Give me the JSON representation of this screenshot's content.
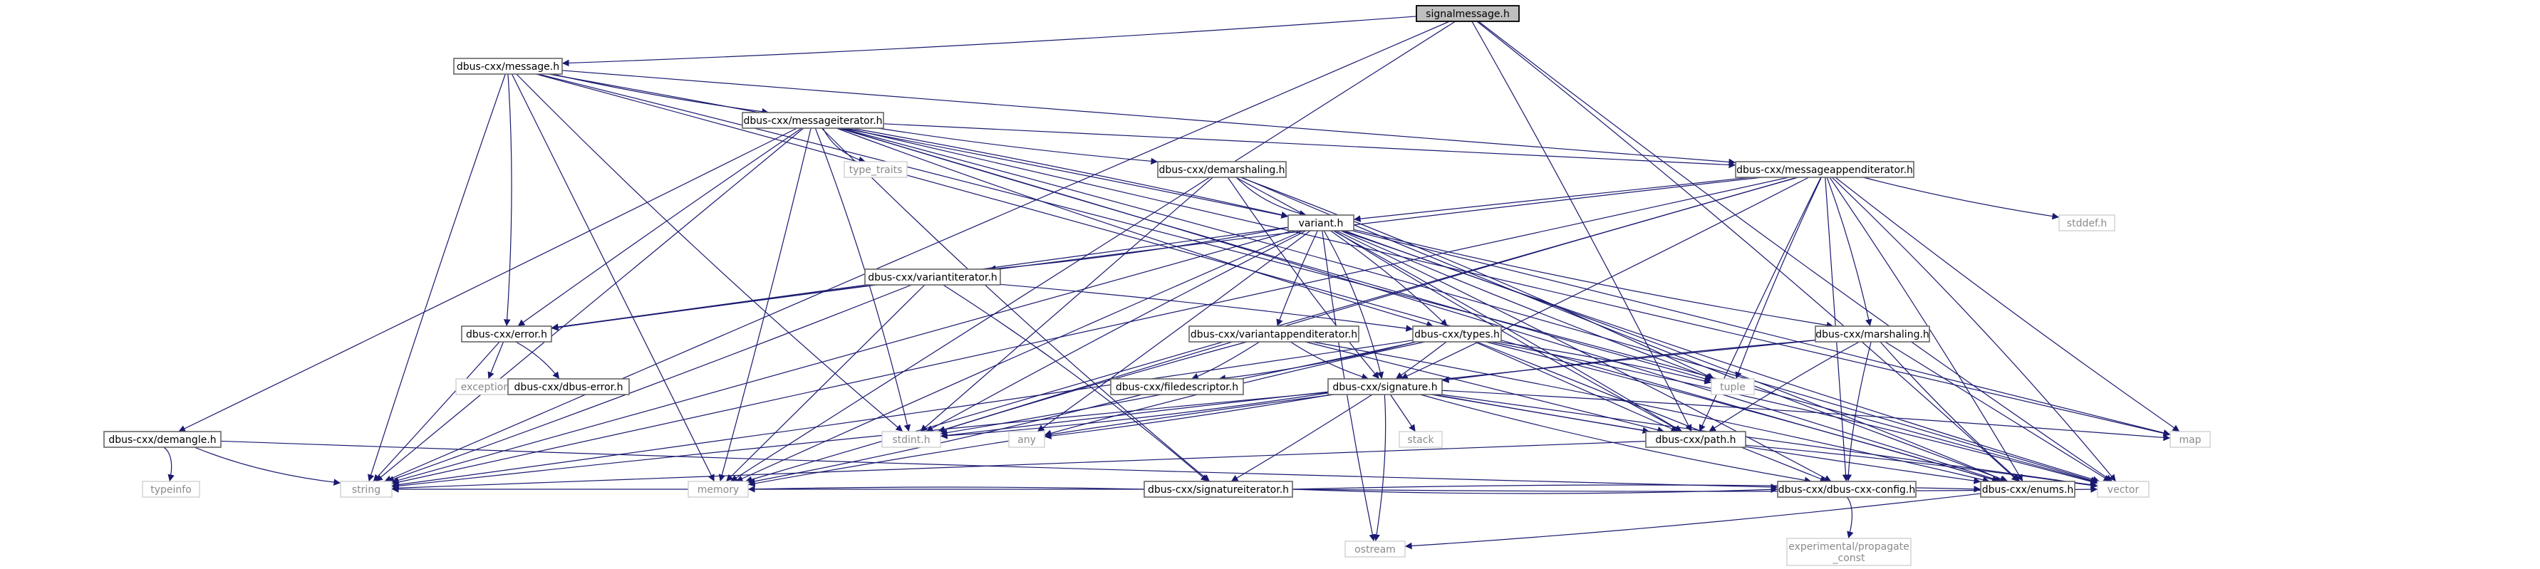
{
  "graph": {
    "title": "signalmessage.h",
    "nodes": [
      {
        "id": "signalmessage",
        "label": "signalmessage.h",
        "kind": "root"
      },
      {
        "id": "message",
        "label": "dbus-cxx/message.h",
        "kind": "doc"
      },
      {
        "id": "messageiterator",
        "label": "dbus-cxx/messageiterator.h",
        "kind": "doc"
      },
      {
        "id": "type_traits",
        "label": "type_traits",
        "kind": "sys"
      },
      {
        "id": "demarshaling",
        "label": "dbus-cxx/demarshaling.h",
        "kind": "doc"
      },
      {
        "id": "messageappenditerator",
        "label": "dbus-cxx/messageappenditerator.h",
        "kind": "doc"
      },
      {
        "id": "stddef",
        "label": "stddef.h",
        "kind": "sys"
      },
      {
        "id": "variant",
        "label": "variant.h",
        "kind": "doc"
      },
      {
        "id": "variantiterator",
        "label": "dbus-cxx/variantiterator.h",
        "kind": "doc"
      },
      {
        "id": "error",
        "label": "dbus-cxx/error.h",
        "kind": "doc"
      },
      {
        "id": "exception",
        "label": "exception",
        "kind": "sys"
      },
      {
        "id": "dbus_error",
        "label": "dbus-cxx/dbus-error.h",
        "kind": "doc"
      },
      {
        "id": "variantappenditerator",
        "label": "dbus-cxx/variantappenditerator.h",
        "kind": "doc"
      },
      {
        "id": "types",
        "label": "dbus-cxx/types.h",
        "kind": "doc"
      },
      {
        "id": "filedescriptor",
        "label": "dbus-cxx/filedescriptor.h",
        "kind": "doc"
      },
      {
        "id": "signature",
        "label": "dbus-cxx/signature.h",
        "kind": "doc"
      },
      {
        "id": "marshaling",
        "label": "dbus-cxx/marshaling.h",
        "kind": "doc"
      },
      {
        "id": "tuple",
        "label": "tuple",
        "kind": "sys"
      },
      {
        "id": "demangle",
        "label": "dbus-cxx/demangle.h",
        "kind": "doc"
      },
      {
        "id": "typeinfo",
        "label": "typeinfo",
        "kind": "sys"
      },
      {
        "id": "string",
        "label": "string",
        "kind": "sys"
      },
      {
        "id": "memory",
        "label": "memory",
        "kind": "sys"
      },
      {
        "id": "stdint",
        "label": "stdint.h",
        "kind": "sys"
      },
      {
        "id": "any",
        "label": "any",
        "kind": "sys"
      },
      {
        "id": "stack",
        "label": "stack",
        "kind": "sys"
      },
      {
        "id": "signatureiterator",
        "label": "dbus-cxx/signatureiterator.h",
        "kind": "doc"
      },
      {
        "id": "path",
        "label": "dbus-cxx/path.h",
        "kind": "doc"
      },
      {
        "id": "map",
        "label": "map",
        "kind": "sys"
      },
      {
        "id": "config",
        "label": "dbus-cxx/dbus-cxx-config.h",
        "kind": "doc"
      },
      {
        "id": "enums",
        "label": "dbus-cxx/enums.h",
        "kind": "doc"
      },
      {
        "id": "vector",
        "label": "vector",
        "kind": "sys"
      },
      {
        "id": "ostream",
        "label": "ostream",
        "kind": "sys"
      },
      {
        "id": "propagate_const",
        "label": "experimental/propagate\n_const",
        "kind": "sys"
      }
    ],
    "edges": [
      [
        "signalmessage",
        "message"
      ],
      [
        "signalmessage",
        "string"
      ],
      [
        "signalmessage",
        "memory"
      ],
      [
        "signalmessage",
        "path"
      ],
      [
        "signalmessage",
        "enums"
      ],
      [
        "signalmessage",
        "vector"
      ],
      [
        "message",
        "messageiterator"
      ],
      [
        "message",
        "messageappenditerator"
      ],
      [
        "message",
        "variant"
      ],
      [
        "message",
        "error"
      ],
      [
        "message",
        "stdint"
      ],
      [
        "message",
        "string"
      ],
      [
        "message",
        "memory"
      ],
      [
        "message",
        "enums"
      ],
      [
        "message",
        "vector"
      ],
      [
        "messageiterator",
        "type_traits"
      ],
      [
        "messageiterator",
        "demarshaling"
      ],
      [
        "messageiterator",
        "messageappenditerator"
      ],
      [
        "messageiterator",
        "variant"
      ],
      [
        "messageiterator",
        "error"
      ],
      [
        "messageiterator",
        "types"
      ],
      [
        "messageiterator",
        "demangle"
      ],
      [
        "messageiterator",
        "string"
      ],
      [
        "messageiterator",
        "memory"
      ],
      [
        "messageiterator",
        "stdint"
      ],
      [
        "messageiterator",
        "signatureiterator"
      ],
      [
        "messageiterator",
        "tuple"
      ],
      [
        "messageiterator",
        "map"
      ],
      [
        "messageiterator",
        "enums"
      ],
      [
        "messageiterator",
        "vector"
      ],
      [
        "demarshaling",
        "variant"
      ],
      [
        "demarshaling",
        "signature"
      ],
      [
        "demarshaling",
        "stdint"
      ],
      [
        "demarshaling",
        "path"
      ],
      [
        "demarshaling",
        "tuple"
      ],
      [
        "demarshaling",
        "enums"
      ],
      [
        "messageappenditerator",
        "stddef"
      ],
      [
        "messageappenditerator",
        "variant"
      ],
      [
        "messageappenditerator",
        "marshaling"
      ],
      [
        "messageappenditerator",
        "error"
      ],
      [
        "messageappenditerator",
        "signature"
      ],
      [
        "messageappenditerator",
        "path"
      ],
      [
        "messageappenditerator",
        "string"
      ],
      [
        "messageappenditerator",
        "memory"
      ],
      [
        "messageappenditerator",
        "stdint"
      ],
      [
        "messageappenditerator",
        "tuple"
      ],
      [
        "messageappenditerator",
        "map"
      ],
      [
        "messageappenditerator",
        "config"
      ],
      [
        "messageappenditerator",
        "enums"
      ],
      [
        "messageappenditerator",
        "vector"
      ],
      [
        "variant",
        "variantiterator"
      ],
      [
        "variant",
        "variantappenditerator"
      ],
      [
        "variant",
        "error"
      ],
      [
        "variant",
        "types"
      ],
      [
        "variant",
        "signature"
      ],
      [
        "variant",
        "marshaling"
      ],
      [
        "variant",
        "path"
      ],
      [
        "variant",
        "string"
      ],
      [
        "variant",
        "memory"
      ],
      [
        "variant",
        "stdint"
      ],
      [
        "variant",
        "any"
      ],
      [
        "variant",
        "tuple"
      ],
      [
        "variant",
        "map"
      ],
      [
        "variant",
        "config"
      ],
      [
        "variant",
        "enums"
      ],
      [
        "variant",
        "vector"
      ],
      [
        "variant",
        "ostream"
      ],
      [
        "variantiterator",
        "error"
      ],
      [
        "variantiterator",
        "types"
      ],
      [
        "variantiterator",
        "signatureiterator"
      ],
      [
        "variantiterator",
        "string"
      ],
      [
        "variantiterator",
        "memory"
      ],
      [
        "error",
        "exception"
      ],
      [
        "error",
        "dbus_error"
      ],
      [
        "error",
        "string"
      ],
      [
        "variantappenditerator",
        "filedescriptor"
      ],
      [
        "variantappenditerator",
        "signature"
      ],
      [
        "variantappenditerator",
        "path"
      ],
      [
        "variantappenditerator",
        "stdint"
      ],
      [
        "variantappenditerator",
        "enums"
      ],
      [
        "types",
        "filedescriptor"
      ],
      [
        "types",
        "signature"
      ],
      [
        "types",
        "path"
      ],
      [
        "types",
        "tuple"
      ],
      [
        "types",
        "any"
      ],
      [
        "types",
        "stdint"
      ],
      [
        "types",
        "string"
      ],
      [
        "types",
        "config"
      ],
      [
        "types",
        "enums"
      ],
      [
        "types",
        "vector"
      ],
      [
        "filedescriptor",
        "memory"
      ],
      [
        "signature",
        "signatureiterator"
      ],
      [
        "signature",
        "path"
      ],
      [
        "signature",
        "string"
      ],
      [
        "signature",
        "memory"
      ],
      [
        "signature",
        "stdint"
      ],
      [
        "signature",
        "any"
      ],
      [
        "signature",
        "stack"
      ],
      [
        "signature",
        "map"
      ],
      [
        "signature",
        "ostream"
      ],
      [
        "signature",
        "config"
      ],
      [
        "signature",
        "enums"
      ],
      [
        "signature",
        "vector"
      ],
      [
        "marshaling",
        "signature"
      ],
      [
        "marshaling",
        "path"
      ],
      [
        "marshaling",
        "config"
      ],
      [
        "marshaling",
        "enums"
      ],
      [
        "marshaling",
        "vector"
      ],
      [
        "marshaling",
        "stdint"
      ],
      [
        "demangle",
        "typeinfo"
      ],
      [
        "demangle",
        "string"
      ],
      [
        "demangle",
        "config"
      ],
      [
        "signatureiterator",
        "string"
      ],
      [
        "signatureiterator",
        "memory"
      ],
      [
        "signatureiterator",
        "enums"
      ],
      [
        "signatureiterator",
        "config"
      ],
      [
        "signatureiterator",
        "vector"
      ],
      [
        "path",
        "string"
      ],
      [
        "path",
        "vector"
      ],
      [
        "config",
        "propagate_const"
      ],
      [
        "enums",
        "ostream"
      ]
    ]
  },
  "style": {
    "edge_color": "#191970",
    "root_fill": "#bfbfbf",
    "sys_border": "#cfcfcf",
    "doc_border": "#666666"
  }
}
